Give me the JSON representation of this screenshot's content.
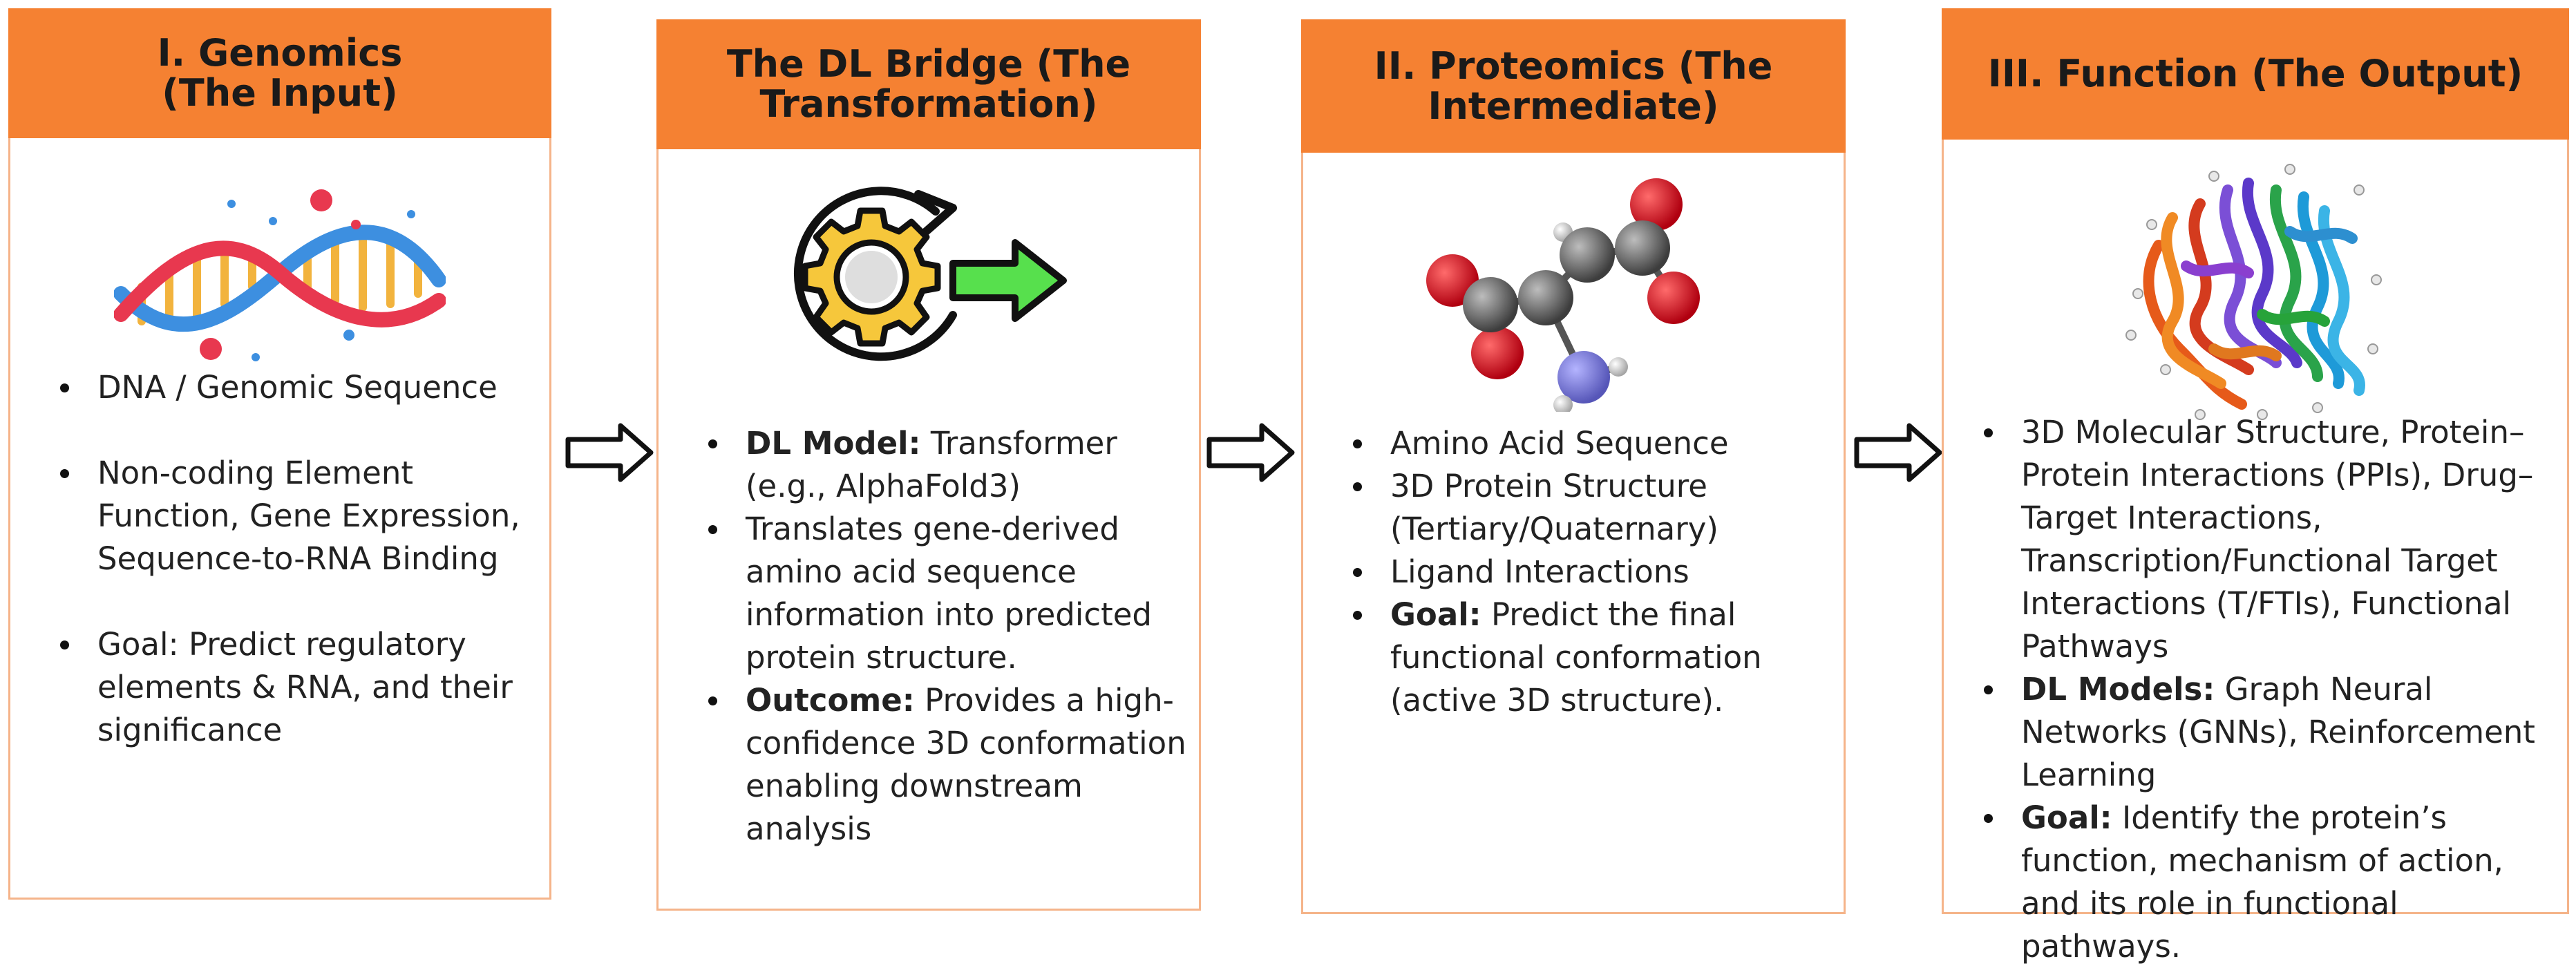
{
  "panels": [
    {
      "title_line1": "I. Genomics",
      "title_line2": "(The Input)",
      "image": "dna-double-helix-icon",
      "items": [
        {
          "bold": "",
          "text": "DNA / Genomic Sequence"
        },
        {
          "bold": "",
          "text": "Non-coding Element Function, Gene Expression, Sequence-to-RNA Binding"
        },
        {
          "bold": "",
          "text": "Goal: Predict regulatory elements & RNA, and their significance"
        }
      ]
    },
    {
      "title_line1": "The DL Bridge (The",
      "title_line2": "Transformation)",
      "image": "gear-arrow-icon",
      "items": [
        {
          "bold": "DL Model:",
          "text": " Transformer (e.g., AlphaFold3)"
        },
        {
          "bold": "",
          "text": "Translates gene-derived amino acid sequence information into predicted protein structure."
        },
        {
          "bold": "Outcome:",
          "text": " Provides a high-confidence 3D conformation enabling downstream analysis"
        }
      ]
    },
    {
      "title_line1": "II. Proteomics (The",
      "title_line2": "Intermediate)",
      "image": "amino-acid-molecule-icon",
      "items": [
        {
          "bold": "",
          "text": "Amino Acid Sequence"
        },
        {
          "bold": "",
          "text": "3D Protein Structure (Tertiary/Quaternary)"
        },
        {
          "bold": "",
          "text": "Ligand Interactions"
        },
        {
          "bold": "Goal:",
          "text": " Predict the final functional conformation (active 3D structure)."
        }
      ]
    },
    {
      "title_line1": "III. Function (The Output)",
      "title_line2": "",
      "image": "protein-ribbon-structure-icon",
      "items": [
        {
          "bold": "",
          "text": "3D Molecular Structure, Protein–Protein Interactions (PPIs), Drug–Target Interactions, Transcription/Functional Target Interactions (T/FTIs), Functional Pathways"
        },
        {
          "bold": "DL Models:",
          "text": " Graph Neural Networks (GNNs), Reinforcement Learning"
        },
        {
          "bold": "Goal:",
          "text": " Identify the protein’s function, mechanism of action, and its role in functional pathways."
        }
      ]
    }
  ],
  "connectors": [
    "right-arrow-icon",
    "right-arrow-icon",
    "right-arrow-icon"
  ],
  "colors": {
    "header": "#f58132",
    "border": "#f5b48a",
    "arrow_fill": "#ffffff",
    "arrow_stroke": "#111111"
  }
}
